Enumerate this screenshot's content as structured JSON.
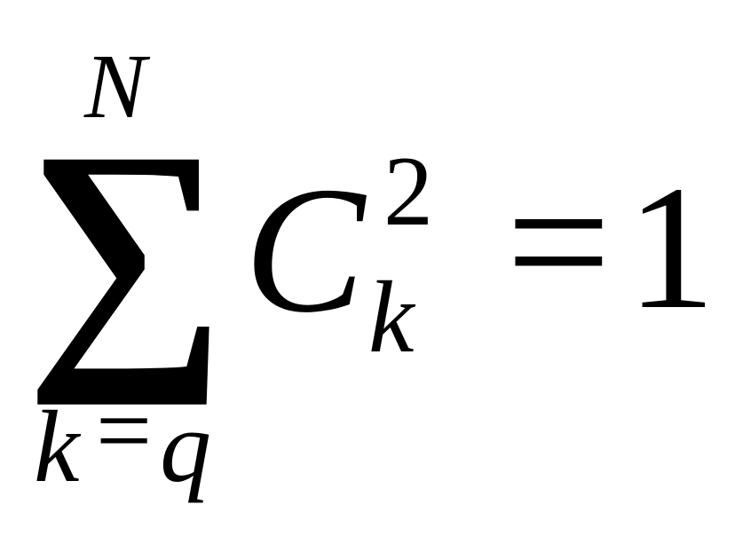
{
  "formula": {
    "summation": "∑",
    "upper_limit": "N",
    "lower_limit": {
      "index": "k",
      "equals": "=",
      "start": "q"
    },
    "term": {
      "variable": "C",
      "superscript": "2",
      "subscript": "k"
    },
    "relation": "=",
    "result": "1"
  },
  "colors": {
    "background": "#ffffff",
    "text": "#000000"
  }
}
